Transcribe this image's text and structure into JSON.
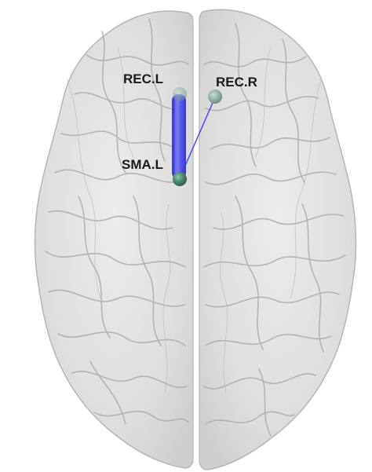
{
  "colors": {
    "background": "#ffffff",
    "brain_fill": "#dcdcdc",
    "brain_outline": "#b5b5b5",
    "gyri": "#a9a9a9",
    "node_fill": "#3f7f67",
    "strong_edge": "#2e2ee0",
    "thin_edge": "#4040e8",
    "label": "#1a1a1a"
  },
  "nodes": [
    {
      "id": "rec_l",
      "label": "REC.L",
      "icon": "sphere-node"
    },
    {
      "id": "rec_r",
      "label": "REC.R",
      "icon": "sphere-node"
    },
    {
      "id": "sma_l",
      "label": "SMA.L",
      "icon": "sphere-node"
    }
  ],
  "edges": [
    {
      "source": "rec_l",
      "target": "sma_l",
      "strength": "strong"
    },
    {
      "source": "rec_r",
      "target": "sma_l",
      "strength": "weak"
    }
  ]
}
